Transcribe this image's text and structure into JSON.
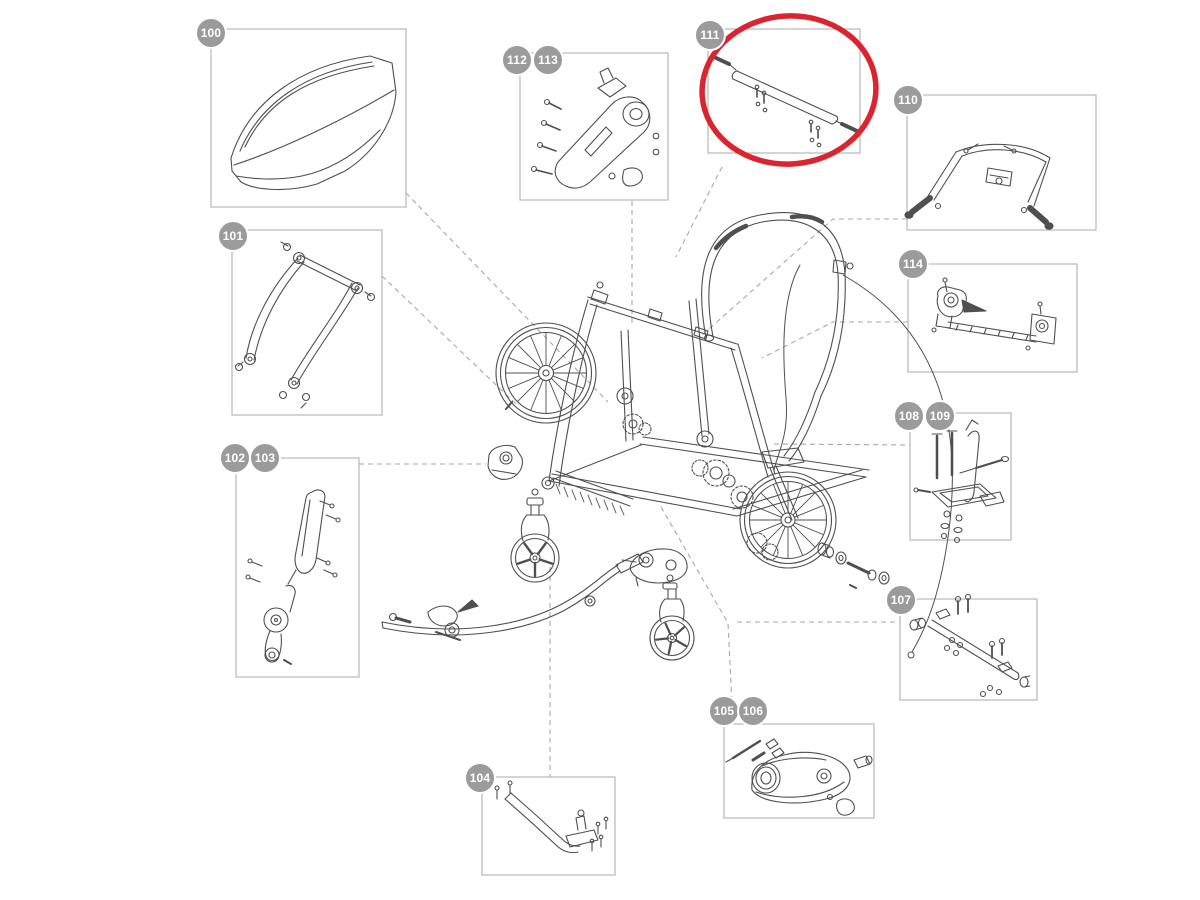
{
  "diagram": {
    "kind": "exploded-spare-parts-diagram",
    "subject": "child bike trailer / stroller frame assembly",
    "highlighted_part": "111"
  },
  "colors": {
    "highlight": "#dc2430",
    "badge": "#9b9b9b",
    "badge_text": "#ffffff",
    "box_border": "#b7b7b7",
    "connector": "#a8a8a8",
    "line_art": "#4f4f4f",
    "background": "#ffffff"
  },
  "badges": [
    {
      "label": "100"
    },
    {
      "label": "101"
    },
    {
      "label": "102"
    },
    {
      "label": "103"
    },
    {
      "label": "104"
    },
    {
      "label": "105"
    },
    {
      "label": "106"
    },
    {
      "label": "107"
    },
    {
      "label": "108"
    },
    {
      "label": "109"
    },
    {
      "label": "110"
    },
    {
      "label": "111"
    },
    {
      "label": "112"
    },
    {
      "label": "113"
    },
    {
      "label": "114"
    }
  ]
}
